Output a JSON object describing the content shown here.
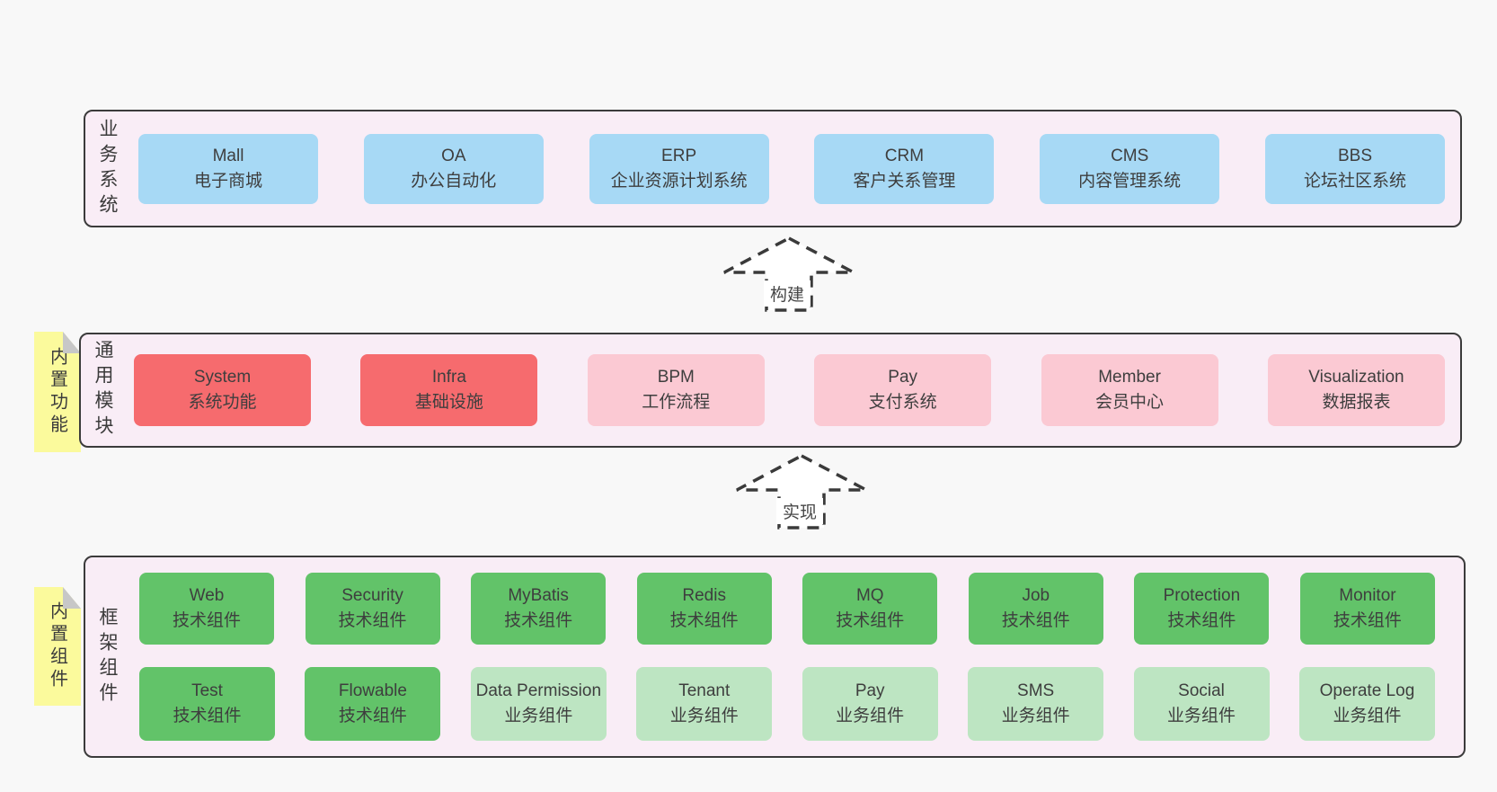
{
  "diagram": {
    "title": "architecture-overview",
    "colors": {
      "page_bg": "#f8f8f8",
      "layer_bg": "#f9edf6",
      "border": "#3b3b3b",
      "blue": "#a7d9f5",
      "red": "#f66b6e",
      "pink": "#fbc9d3",
      "green": "#62c369",
      "light_green": "#bde5c2",
      "note_yellow": "#fbfa9c"
    },
    "arrows": {
      "build": "构建",
      "implement": "实现"
    },
    "layers": {
      "business": {
        "label": "业务系统",
        "boxes": [
          {
            "name": "Mall",
            "desc": "电子商城",
            "type": "blue"
          },
          {
            "name": "OA",
            "desc": "办公自动化",
            "type": "blue"
          },
          {
            "name": "ERP",
            "desc": "企业资源计划系统",
            "type": "blue"
          },
          {
            "name": "CRM",
            "desc": "客户关系管理",
            "type": "blue"
          },
          {
            "name": "CMS",
            "desc": "内容管理系统",
            "type": "blue"
          },
          {
            "name": "BBS",
            "desc": "论坛社区系统",
            "type": "blue"
          }
        ]
      },
      "modules": {
        "label": "通用模块",
        "note": "内置功能",
        "boxes": [
          {
            "name": "System",
            "desc": "系统功能",
            "type": "red"
          },
          {
            "name": "Infra",
            "desc": "基础设施",
            "type": "red"
          },
          {
            "name": "BPM",
            "desc": "工作流程",
            "type": "pink"
          },
          {
            "name": "Pay",
            "desc": "支付系统",
            "type": "pink"
          },
          {
            "name": "Member",
            "desc": "会员中心",
            "type": "pink"
          },
          {
            "name": "Visualization",
            "desc": "数据报表",
            "type": "pink"
          }
        ]
      },
      "framework": {
        "label": "框架组件",
        "note": "内置组件",
        "rows": [
          [
            {
              "name": "Web",
              "desc": "技术组件",
              "type": "green"
            },
            {
              "name": "Security",
              "desc": "技术组件",
              "type": "green"
            },
            {
              "name": "MyBatis",
              "desc": "技术组件",
              "type": "green"
            },
            {
              "name": "Redis",
              "desc": "技术组件",
              "type": "green"
            },
            {
              "name": "MQ",
              "desc": "技术组件",
              "type": "green"
            },
            {
              "name": "Job",
              "desc": "技术组件",
              "type": "green"
            },
            {
              "name": "Protection",
              "desc": "技术组件",
              "type": "green"
            },
            {
              "name": "Monitor",
              "desc": "技术组件",
              "type": "green"
            }
          ],
          [
            {
              "name": "Test",
              "desc": "技术组件",
              "type": "green"
            },
            {
              "name": "Flowable",
              "desc": "技术组件",
              "type": "green"
            },
            {
              "name": "Data Permission",
              "desc": "业务组件",
              "type": "lightgreen"
            },
            {
              "name": "Tenant",
              "desc": "业务组件",
              "type": "lightgreen"
            },
            {
              "name": "Pay",
              "desc": "业务组件",
              "type": "lightgreen"
            },
            {
              "name": "SMS",
              "desc": "业务组件",
              "type": "lightgreen"
            },
            {
              "name": "Social",
              "desc": "业务组件",
              "type": "lightgreen"
            },
            {
              "name": "Operate Log",
              "desc": "业务组件",
              "type": "lightgreen"
            }
          ]
        ]
      }
    }
  }
}
